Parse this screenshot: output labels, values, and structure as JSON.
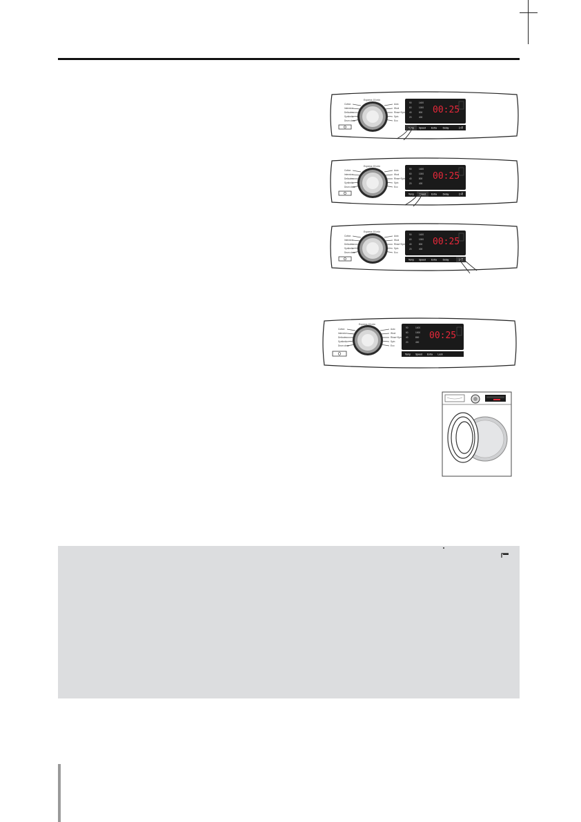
{
  "panels": [
    {
      "program_header": "Express 15 min",
      "left_programs": [
        "Cotton",
        "Intensive",
        "Delicates",
        "Synthetic",
        "Drum clean"
      ],
      "right_programs": [
        "Auto",
        "Wool",
        "Rinse+Spin",
        "Spin",
        "Eco"
      ],
      "temps": [
        "90",
        "60",
        "40",
        "20"
      ],
      "spins": [
        "1400",
        "1000",
        "800",
        "400"
      ],
      "display": "00:25",
      "buttons": [
        "Temp",
        "Speed",
        "Extra",
        "Delay",
        "▷‖"
      ],
      "highlight": 0
    },
    {
      "program_header": "Express 15 min",
      "left_programs": [
        "Cotton",
        "Intensive",
        "Delicates",
        "Synthetic",
        "Drum clean"
      ],
      "right_programs": [
        "Auto",
        "Wool",
        "Rinse+Spin",
        "Spin",
        "Eco"
      ],
      "temps": [
        "90",
        "60",
        "40",
        "20"
      ],
      "spins": [
        "1400",
        "1000",
        "800",
        "400"
      ],
      "display": "00:25",
      "buttons": [
        "Temp",
        "Speed",
        "Extra",
        "Delay",
        "▷‖"
      ],
      "highlight": 1
    },
    {
      "program_header": "Express 15 min",
      "left_programs": [
        "Cotton",
        "Intensive",
        "Delicates",
        "Synthetic",
        "Drum clean"
      ],
      "right_programs": [
        "Auto",
        "Wool",
        "Rinse+Spin",
        "Spin",
        "Eco"
      ],
      "temps": [
        "90",
        "60",
        "40",
        "20"
      ],
      "spins": [
        "1400",
        "1000",
        "800",
        "400"
      ],
      "display": "00:25",
      "buttons": [
        "Temp",
        "Speed",
        "Extra",
        "Delay",
        "▷‖"
      ],
      "highlight": 4
    },
    {
      "program_header": "Express 15 min",
      "left_programs": [
        "Cotton",
        "Intensive",
        "Delicates",
        "Synthetic",
        "Drum clean"
      ],
      "right_programs": [
        "Auto",
        "Wool",
        "Rinse+Spin",
        "Spin",
        "Eco"
      ],
      "temps": [
        "90",
        "60",
        "40",
        "20"
      ],
      "spins": [
        "1400",
        "1000",
        "800",
        "400"
      ],
      "display": "00:25",
      "buttons": [
        "Temp",
        "Speed",
        "Extra",
        "Lock",
        ""
      ],
      "highlight": -1
    }
  ],
  "colors": {
    "display_red": "#e8283a",
    "display_bg": "#1a1a1a",
    "rule": "#111111",
    "note_bg": "#dcdddf",
    "side_bar": "#9a9a9a"
  }
}
